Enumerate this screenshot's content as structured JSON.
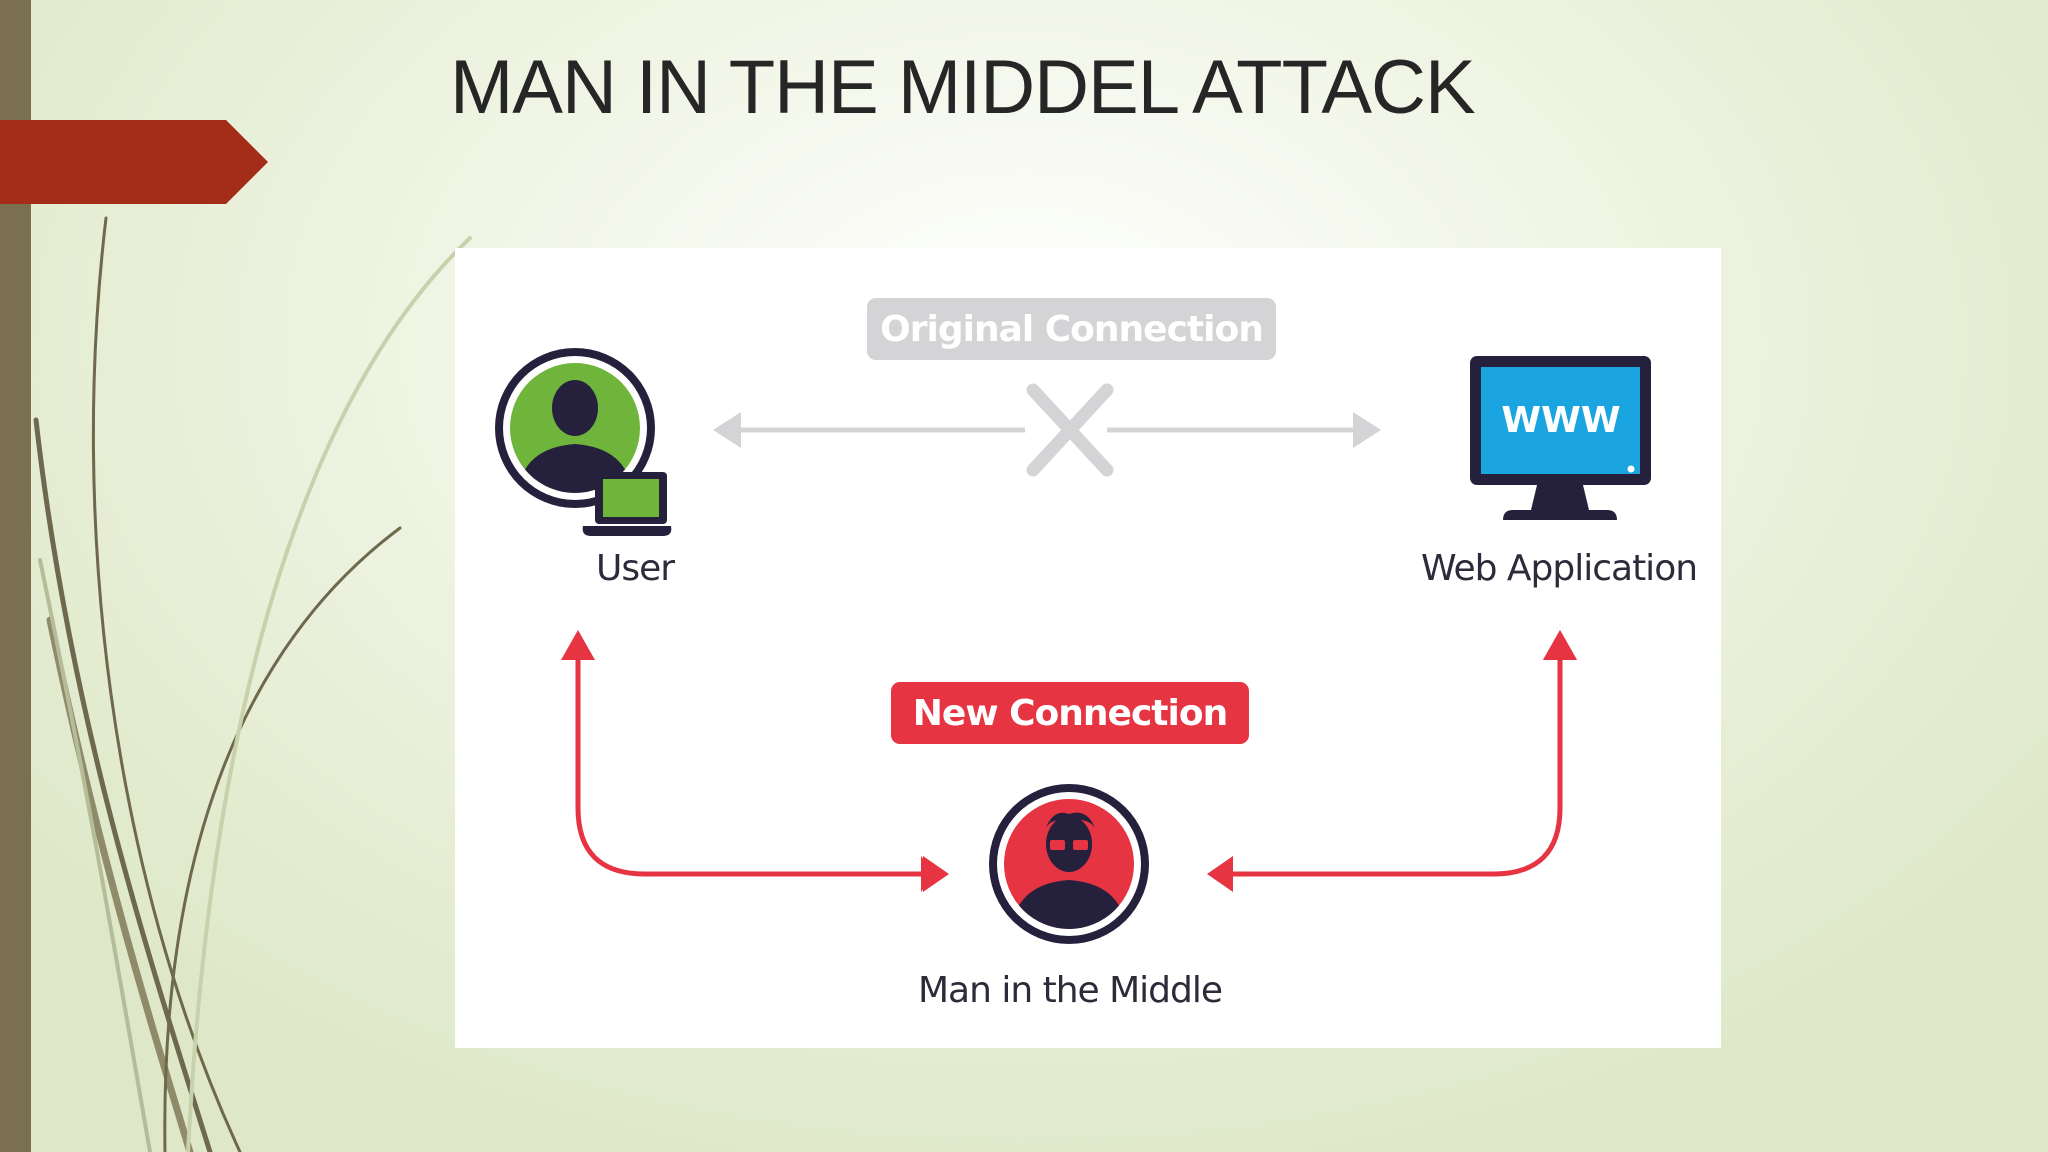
{
  "slide": {
    "title": "MAN IN THE MIDDEL ATTACK"
  },
  "diagram": {
    "original_connection_label": "Original Connection",
    "new_connection_label": "New Connection",
    "nodes": {
      "user": "User",
      "web_application": "Web Application",
      "man_in_the_middle": "Man in the Middle"
    },
    "monitor_text": "WWW"
  },
  "colors": {
    "sidebar": "#7a7050",
    "accent_tab": "#a32d18",
    "user_green": "#6fb43b",
    "dark_navy": "#25213d",
    "attacker_red": "#e63443",
    "screen_blue": "#1aa5e0",
    "gray_connection": "#d4d4d6",
    "new_connection_red": "#e63443"
  }
}
